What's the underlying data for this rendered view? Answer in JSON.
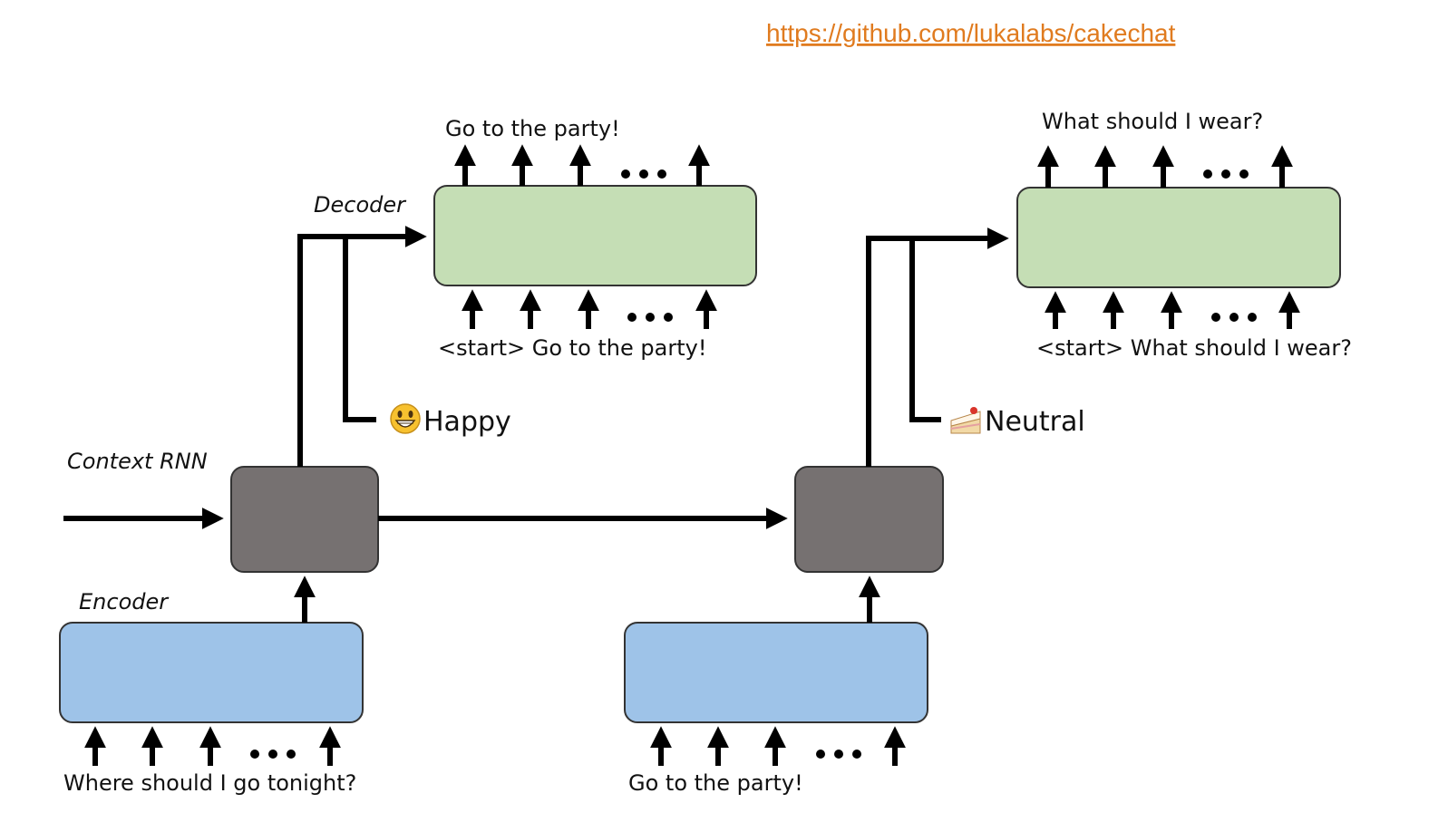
{
  "link": {
    "url_text": "https://github.com/lukalabs/cakechat"
  },
  "labels": {
    "decoder": "Decoder",
    "encoder": "Encoder",
    "context_rnn": "Context RNN"
  },
  "turn1": {
    "encoder_input": "Where should I go tonight?",
    "decoder_input": "<start> Go to the party!",
    "decoder_output": "Go to the party!",
    "emotion": "Happy",
    "emotion_icon": "grinning-face-icon"
  },
  "turn2": {
    "encoder_input": "Go to the party!",
    "decoder_input": "<start> What should I wear?",
    "decoder_output": "What should I wear?",
    "emotion": "Neutral",
    "emotion_icon": "cake-slice-icon"
  },
  "colors": {
    "decoder_fill": "#c5deb5",
    "encoder_fill": "#9ec3e8",
    "context_fill": "#767171",
    "link": "#e07b1f"
  }
}
